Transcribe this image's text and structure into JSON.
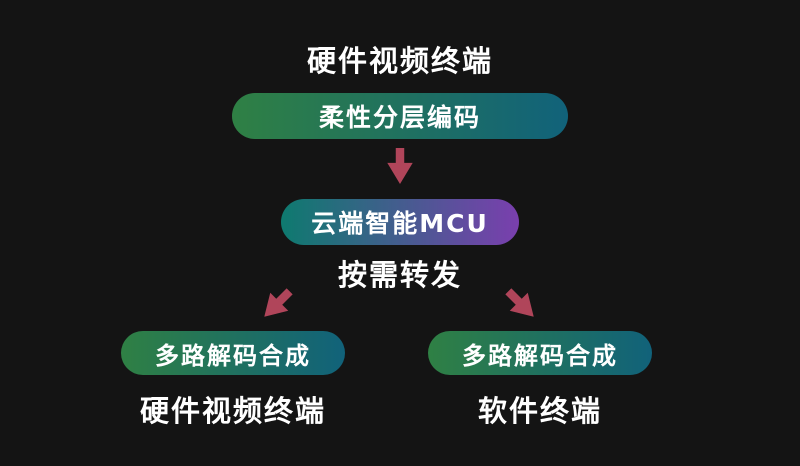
{
  "colors": {
    "background": "#141414",
    "arrow": "#b0455a",
    "green": "#2f8044",
    "teal": "#11627a",
    "teal2": "#0e7a6f",
    "purple": "#7a3fae"
  },
  "nodes": {
    "top_label": "硬件视频终端",
    "encoding_pill": "柔性分层编码",
    "mcu_pill": "云端智能MCU",
    "forward_label": "按需转发",
    "left_decode_pill": "多路解码合成",
    "right_decode_pill": "多路解码合成",
    "left_terminal_label": "硬件视频终端",
    "right_terminal_label": "软件终端"
  },
  "icons": {
    "down_arrow": "down-arrow",
    "down_left_arrow": "down-left-arrow",
    "down_right_arrow": "down-right-arrow"
  }
}
